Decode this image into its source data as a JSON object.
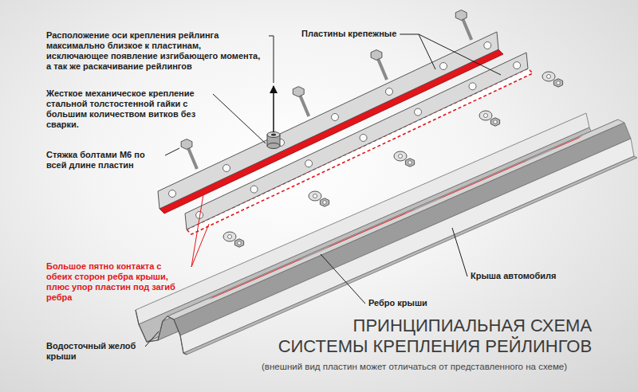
{
  "diagram": {
    "title": "ПРИНЦИПИАЛЬНАЯ СХЕМА СИСТЕМЫ КРЕПЛЕНИЯ РЕЙЛИНГОВ",
    "caption": "(внешний вид пластин может отличаться от представленного на схеме)",
    "labels": [
      "Расположение оси крепления рейлинга максимально близкое к пластинам, исключающее появление изгибающего момента, а так же раскачивание рейлингов",
      "Пластины крепежные",
      "Жесткое механическое крепление стальной толстостенной гайки с большим количеством витков без сварки.",
      "Стяжка болтами М6 по всей длине пластин",
      "Большое пятно контакта с обеих сторон ребра крыши, плюс упор пластин под загиб ребра",
      "Крыша автомобиля",
      "Ребро крыши",
      "Водосточный желоб крыши"
    ]
  }
}
